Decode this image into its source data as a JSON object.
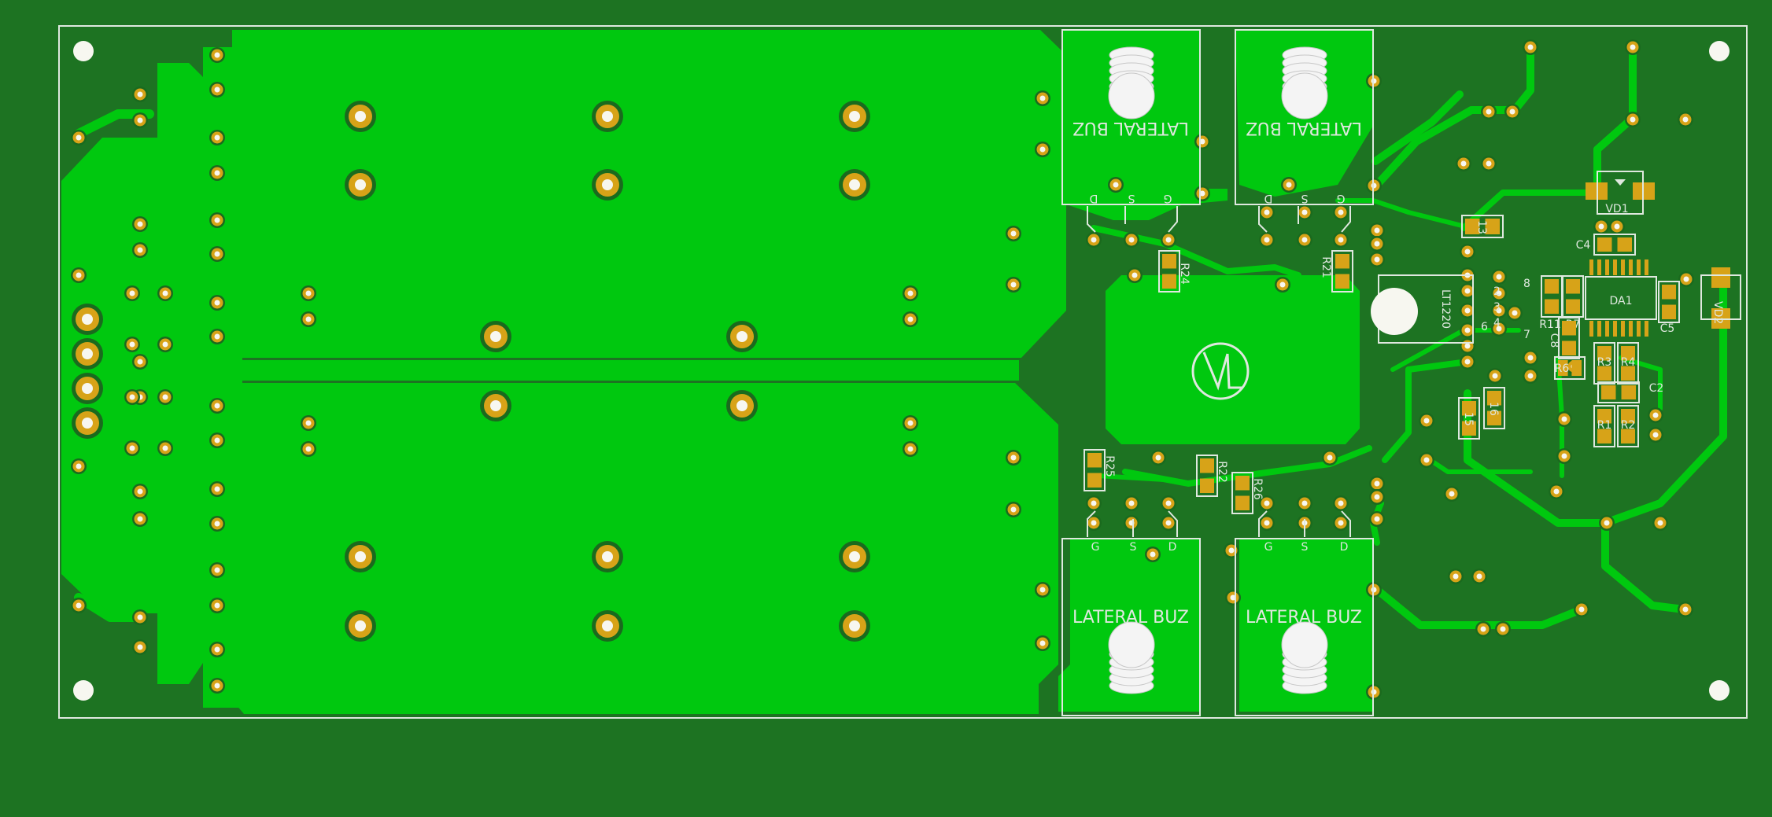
{
  "board": {
    "colors": {
      "background": "#1d7322",
      "copper_pour": "#00c80f",
      "pad": "#d7a318",
      "silkscreen": "#dfe8df",
      "hole": "#f7f7f0"
    },
    "transistors": [
      {
        "label": "LATERAL BUZ",
        "pins": [
          "D",
          "S",
          "G"
        ]
      },
      {
        "label": "LATERAL BUZ",
        "pins": [
          "D",
          "S",
          "G"
        ]
      },
      {
        "label": "LATERAL BUZ",
        "pins": [
          "G",
          "S",
          "D"
        ]
      },
      {
        "label": "LATERAL BUZ",
        "pins": [
          "G",
          "S",
          "D"
        ]
      }
    ],
    "regulator": {
      "label": "LT1220",
      "pins": [
        "2",
        "3",
        "4",
        "6",
        "7",
        "8"
      ]
    },
    "ic": {
      "label": "DA1"
    },
    "diodes": [
      "VD1",
      "VD2"
    ],
    "resistors": [
      "R24",
      "R21",
      "R25",
      "R22",
      "R26",
      "R11",
      "R7",
      "R3",
      "R4",
      "R6",
      "R1",
      "R2",
      "13",
      "15",
      "16"
    ],
    "capacitors": [
      "C4",
      "C8",
      "C5",
      "C2"
    ]
  }
}
